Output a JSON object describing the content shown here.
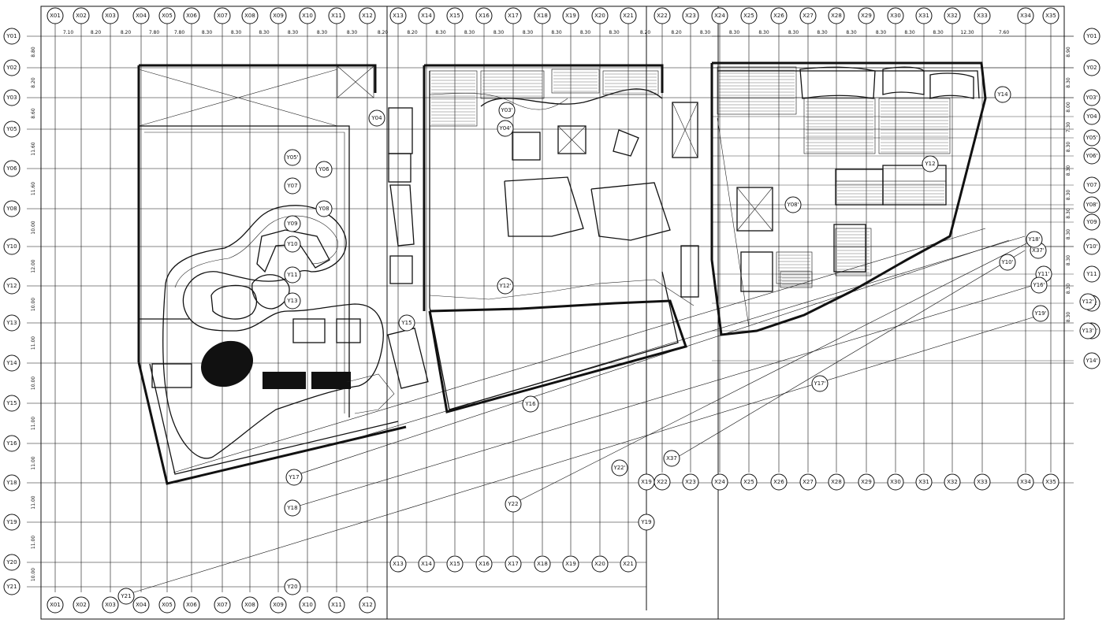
{
  "drawing": {
    "grid_x_top": [
      "X01",
      "X02",
      "X03",
      "X04",
      "X05",
      "X06",
      "X07",
      "X08",
      "X09",
      "X10",
      "X11",
      "X12",
      "X13",
      "X14",
      "X15",
      "X16",
      "X17",
      "X18",
      "X19",
      "X20",
      "X21",
      "X22",
      "X23",
      "X24",
      "X25",
      "X26",
      "X27",
      "X28",
      "X29",
      "X30",
      "X31",
      "X32",
      "X33",
      "X34",
      "X35"
    ],
    "grid_y_left": [
      "Y01",
      "Y02",
      "Y03",
      "Y05",
      "Y06",
      "Y08",
      "Y10",
      "Y12",
      "Y13",
      "Y14",
      "Y15",
      "Y16",
      "Y18",
      "Y19",
      "Y20",
      "Y21"
    ],
    "grid_y_right": [
      "Y01",
      "Y02",
      "Y03'",
      "Y04",
      "Y05'",
      "Y06'",
      "Y07",
      "Y08'",
      "Y09",
      "Y10'",
      "Y11",
      "Y12",
      "Y13'",
      "Y14'"
    ],
    "grid_x_mid": [
      "X19",
      "X22",
      "X23",
      "X24",
      "X25",
      "X26",
      "X27",
      "X28",
      "X29",
      "X30",
      "X31",
      "X32",
      "X33",
      "X34",
      "X35"
    ],
    "grid_x_lower": [
      "X13",
      "X14",
      "X15",
      "X16",
      "X17",
      "X18",
      "X19",
      "X20",
      "X21"
    ],
    "grid_x_bottom": [
      "X01",
      "X02",
      "X03",
      "X04",
      "X05",
      "X06",
      "X07",
      "X08",
      "X09",
      "X10",
      "X11",
      "X12"
    ],
    "top_dims": [
      "7.10",
      "8.20",
      "8.20",
      "7.80",
      "7.80",
      "8.30",
      "8.30",
      "8.30",
      "8.30",
      "8.30",
      "8.30",
      "8.20",
      "8.20",
      "8.30",
      "8.30",
      "8.30",
      "8.30",
      "8.30",
      "8.30",
      "8.30",
      "8.20",
      "8.20",
      "8.30",
      "8.30",
      "8.30",
      "8.30",
      "8.30",
      "8.30",
      "8.30",
      "8.30",
      "8.30",
      "12.30",
      "7.60"
    ],
    "left_dims": [
      "8.80",
      "8.20",
      "8.60",
      "11.60",
      "11.60",
      "10.00",
      "12.00",
      "10.00",
      "11.00",
      "10.00",
      "11.00",
      "11.00",
      "11.00",
      "11.00",
      "10.00"
    ],
    "right_dims": [
      "8.90",
      "8.30",
      "8.00",
      "7.30",
      "8.30",
      "8.30",
      "8.30",
      "8.30",
      "8.30",
      "8.30",
      "8.30",
      "8.30"
    ],
    "interior_bubbles": [
      "Y04",
      "Y05'",
      "Y06",
      "Y07",
      "Y08",
      "Y09",
      "Y10",
      "Y11",
      "Y12'",
      "Y13",
      "Y15",
      "Y16",
      "Y17",
      "Y18",
      "Y19",
      "Y20",
      "Y21",
      "Y22",
      "Y03'",
      "Y04'",
      "Y08'",
      "Y12",
      "Y14",
      "Y10'",
      "Y11'",
      "Y17'",
      "Y19'",
      "Y22'",
      "X37",
      "X37'",
      "Y18'",
      "Y16'",
      "Y13'",
      "Y12'"
    ]
  }
}
